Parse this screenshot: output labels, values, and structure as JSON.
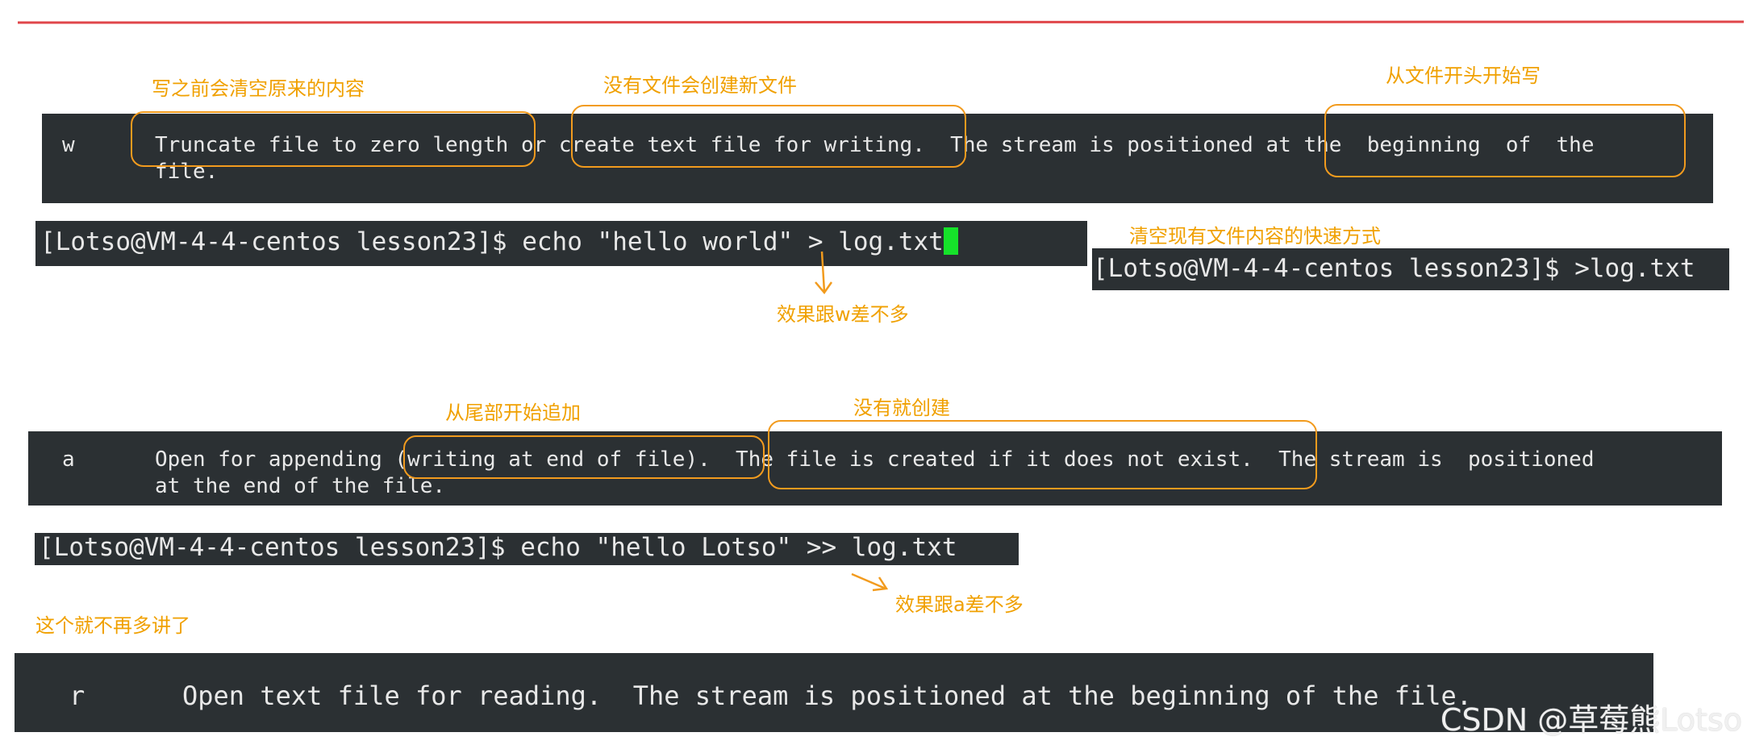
{
  "annotations": {
    "w_truncate": "写之前会清空原来的内容",
    "w_create": "没有文件会创建新文件",
    "w_begin": "从文件开头开始写",
    "clear_fast": "清空现有文件内容的快速方式",
    "w_effect": "效果跟w差不多",
    "a_append": "从尾部开始追加",
    "a_create": "没有就创建",
    "a_effect": "效果跟a差不多",
    "r_note": "这个就不再多讲了"
  },
  "man_w": {
    "flag": "w",
    "line1": "Truncate file to zero length or create text file for writing.  The stream is positioned at the  beginning  of  the",
    "line2": "file."
  },
  "term_echo_w": {
    "prompt": "[Lotso@VM-4-4-centos lesson23]$ echo \"hello world\" > log.txt"
  },
  "term_clear": {
    "prompt": "[Lotso@VM-4-4-centos lesson23]$ >log.txt"
  },
  "man_a": {
    "flag": "a",
    "line1": "Open for appending (writing at end of file).  The file is created if it does not exist.  The stream is  positioned",
    "line2": "at the end of the file."
  },
  "term_echo_a": {
    "prompt": "[Lotso@VM-4-4-centos lesson23]$ echo \"hello Lotso\" >> log.txt"
  },
  "man_r": {
    "flag": "r",
    "line1": "Open text file for reading.  The stream is positioned at the beginning of the file."
  },
  "watermark": "CSDN @草莓熊Lotso",
  "colors": {
    "terminal_bg": "#2b3033",
    "annotation": "#f0a000",
    "cursor": "#16e22a",
    "rule": "#e0464a"
  }
}
